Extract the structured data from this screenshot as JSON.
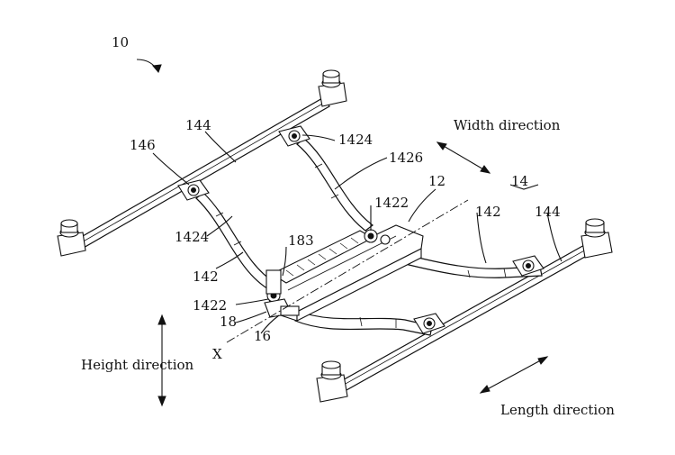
{
  "figure": {
    "ref_numerals": {
      "assembly": "10",
      "r144_top": "144",
      "r146": "146",
      "r1424_top": "1424",
      "r1426": "1426",
      "r12": "12",
      "r1422_top": "1422",
      "r14": "14",
      "r142_right": "142",
      "r144_right": "144",
      "r183": "183",
      "r1424_left": "1424",
      "r142_left": "142",
      "r1422_left": "1422",
      "r18": "18",
      "r16": "16",
      "rX": "X"
    },
    "directions": {
      "width": "Width direction",
      "height": "Height direction",
      "length": "Length direction"
    }
  }
}
